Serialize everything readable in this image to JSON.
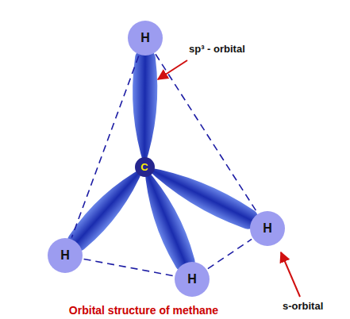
{
  "diagram": {
    "caption": "Orbital structure of methane",
    "nodes": [
      {
        "text": [
          "H"
        ]
      },
      {
        "text": [
          "C"
        ]
      },
      {
        "text": [
          "H"
        ]
      },
      {
        "text": [
          "H"
        ]
      },
      {
        "text": [
          "H"
        ]
      }
    ],
    "edges": [
      {
        "from": 0,
        "to": 3,
        "arrow": "none"
      },
      {
        "from": 0,
        "to": 2,
        "arrow": "none"
      },
      {
        "from": 3,
        "to": 4,
        "arrow": "none"
      },
      {
        "from": 4,
        "to": 2,
        "arrow": "none"
      }
    ],
    "labels": [
      "sp³ - orbital",
      "s-orbital"
    ]
  }
}
